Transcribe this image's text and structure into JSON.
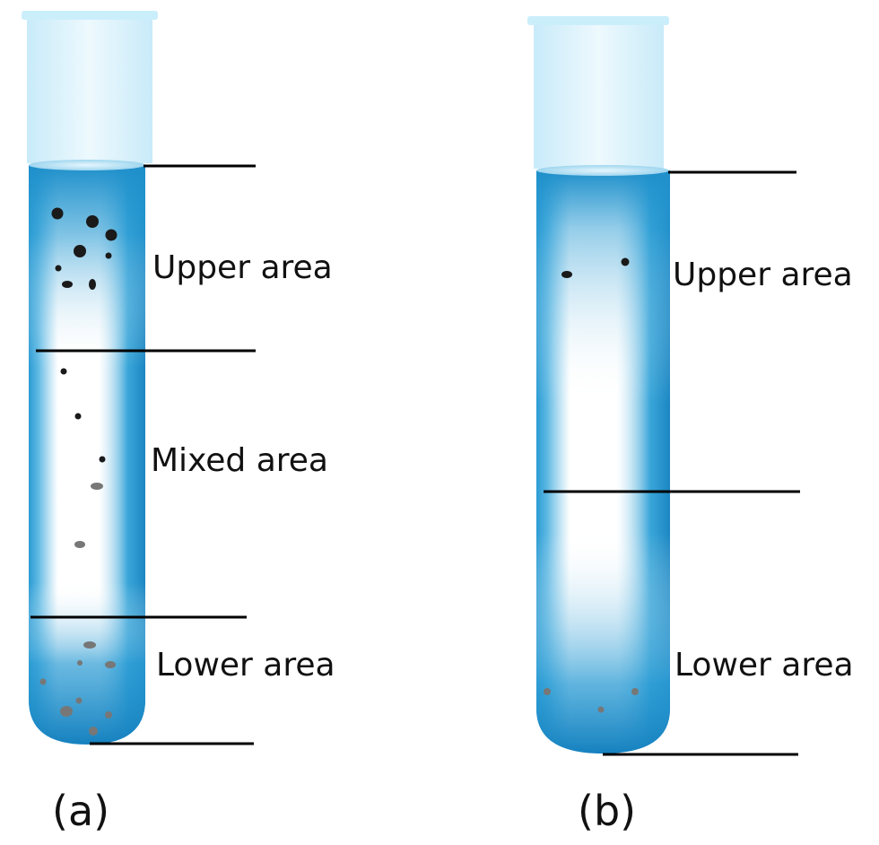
{
  "panels": [
    {
      "id": "a",
      "caption": "(a)",
      "areas": {
        "upper": "Upper area",
        "mixed": "Mixed area",
        "lower": "Lower area"
      }
    },
    {
      "id": "b",
      "caption": "(b)",
      "areas": {
        "upper": "Upper area",
        "lower": "Lower area"
      }
    }
  ],
  "colors": {
    "liquid_dark": "#1a8cc7",
    "liquid_light": "#ffffff",
    "glass": "#d6f0fb",
    "dark_particle": "#1a1a1a",
    "gray_particle": "#777777",
    "divider": "#000000"
  }
}
